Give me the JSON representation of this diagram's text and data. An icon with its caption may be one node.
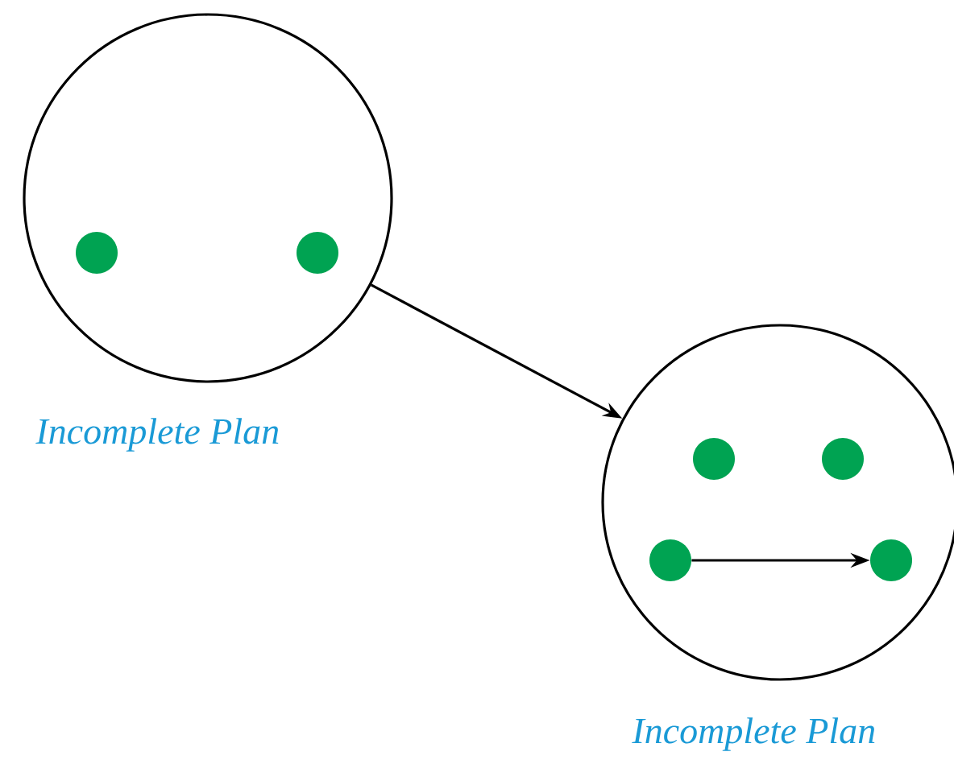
{
  "diagram": {
    "nodes": [
      {
        "text": [],
        "shape": "circle",
        "beside": [
          "Incomplete Plan"
        ]
      },
      {
        "text": [],
        "shape": "circle",
        "in": 0
      },
      {
        "text": [],
        "shape": "circle",
        "in": 0
      },
      {
        "text": [],
        "shape": "circle",
        "beside": [
          "Incomplete Plan"
        ]
      },
      {
        "text": [],
        "shape": "circle",
        "in": 3
      },
      {
        "text": [],
        "shape": "circle",
        "in": 3
      },
      {
        "text": [],
        "shape": "circle",
        "in": 3
      },
      {
        "text": [],
        "shape": "circle",
        "in": 3
      }
    ],
    "edges": [
      {
        "from": 0,
        "to": 3,
        "arrow": "to"
      },
      {
        "from": 6,
        "to": 7,
        "arrow": "to"
      }
    ]
  }
}
